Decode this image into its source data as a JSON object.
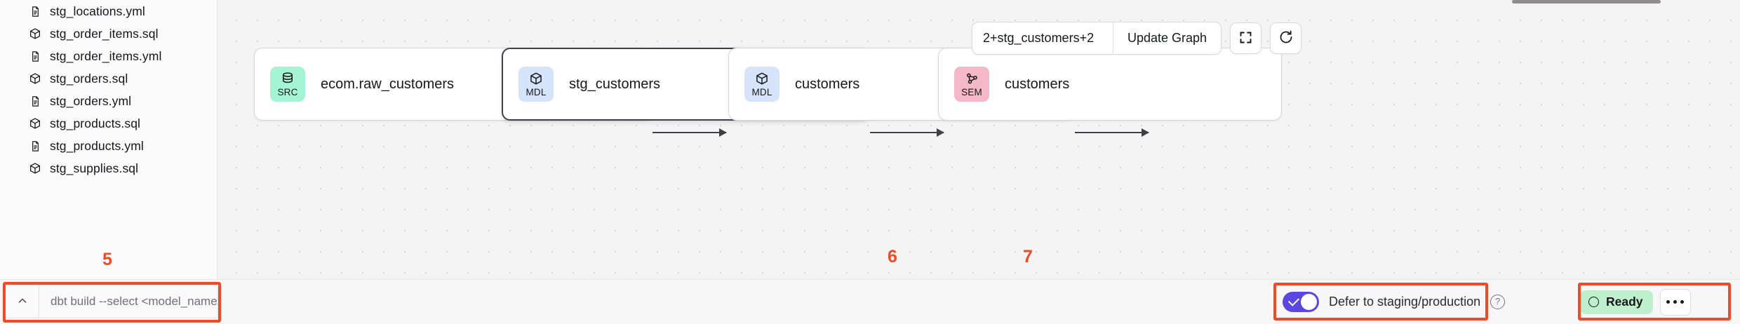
{
  "sidebar": {
    "files": [
      {
        "name": "stg_locations.yml",
        "icon": "file-yml-icon"
      },
      {
        "name": "stg_order_items.sql",
        "icon": "cube-sql-icon"
      },
      {
        "name": "stg_order_items.yml",
        "icon": "file-yml-icon"
      },
      {
        "name": "stg_orders.sql",
        "icon": "cube-sql-icon"
      },
      {
        "name": "stg_orders.yml",
        "icon": "file-yml-icon"
      },
      {
        "name": "stg_products.sql",
        "icon": "cube-sql-icon"
      },
      {
        "name": "stg_products.yml",
        "icon": "file-yml-icon"
      },
      {
        "name": "stg_supplies.sql",
        "icon": "cube-sql-icon"
      }
    ]
  },
  "toolbar": {
    "select_value": "2+stg_customers+2",
    "select_placeholder": "2+stg_customers+2",
    "update_graph_label": "Update Graph",
    "fullscreen_icon": "expand-icon",
    "refresh_icon": "refresh-icon"
  },
  "graph": {
    "nodes": [
      {
        "id": "src",
        "badge": "SRC",
        "badge_color": "#a6f4d8",
        "icon": "database-icon",
        "label": "ecom.raw_customers",
        "selected": false
      },
      {
        "id": "stg",
        "badge": "MDL",
        "badge_color": "#d5e4fb",
        "icon": "cube-icon",
        "label": "stg_customers",
        "selected": true
      },
      {
        "id": "mart",
        "badge": "MDL",
        "badge_color": "#d5e4fb",
        "icon": "cube-icon",
        "label": "customers",
        "selected": false
      },
      {
        "id": "sem",
        "badge": "SEM",
        "badge_color": "#f5b8c8",
        "icon": "network-icon",
        "label": "customers",
        "selected": false
      }
    ]
  },
  "command_bar": {
    "collapse_icon": "chevron-up-icon",
    "placeholder": "dbt build --select <model_name>",
    "value": "dbt build --select <model_name>"
  },
  "status_bar": {
    "defer_label": "Defer to staging/production",
    "defer_enabled": true,
    "help_icon": "question-circle-icon",
    "ready_label": "Ready",
    "ready_icon": "status-circle-icon",
    "more_icon": "ellipsis-icon"
  },
  "annotations": [
    {
      "num": "5",
      "target": "command-bar"
    },
    {
      "num": "6",
      "target": "defer-toggle-group"
    },
    {
      "num": "7",
      "target": "ready-group"
    }
  ],
  "colors": {
    "accent_purple": "#5b47e0",
    "ready_green": "#bff0cd",
    "annotation_red": "#f04a27",
    "src_badge": "#a6f4d8",
    "mdl_badge": "#d5e4fb",
    "sem_badge": "#f5b8c8"
  }
}
